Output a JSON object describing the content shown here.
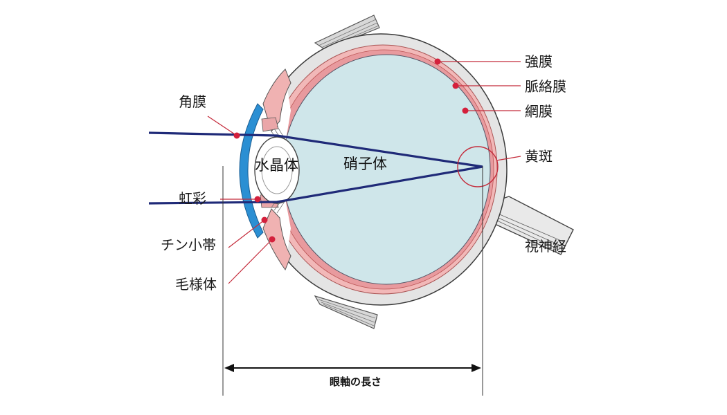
{
  "colors": {
    "sclera": "#e4e4e4",
    "outline": "#3a3a3a",
    "choroid": "#f2b8b8",
    "retina": "#e89a9e",
    "vitreous": "#cfe6ea",
    "cornea": "#2b8fd3",
    "lens": "#ffffff",
    "light_ray": "#1f2a78",
    "leader": "#c42a3a",
    "dot": "#d4203c"
  },
  "labels": {
    "cornea": "角膜",
    "iris": "虹彩",
    "zonule": "チン小帯",
    "ciliary_body": "毛様体",
    "lens": "水晶体",
    "vitreous": "硝子体",
    "sclera": "強膜",
    "choroid": "脈絡膜",
    "retina": "網膜",
    "macula": "黄斑",
    "optic_nerve": "視神経"
  },
  "axis": {
    "label": "眼軸の長さ"
  },
  "icons": {
    "eye": "eyeball-cross-section",
    "arrow": "double-headed-arrow"
  }
}
